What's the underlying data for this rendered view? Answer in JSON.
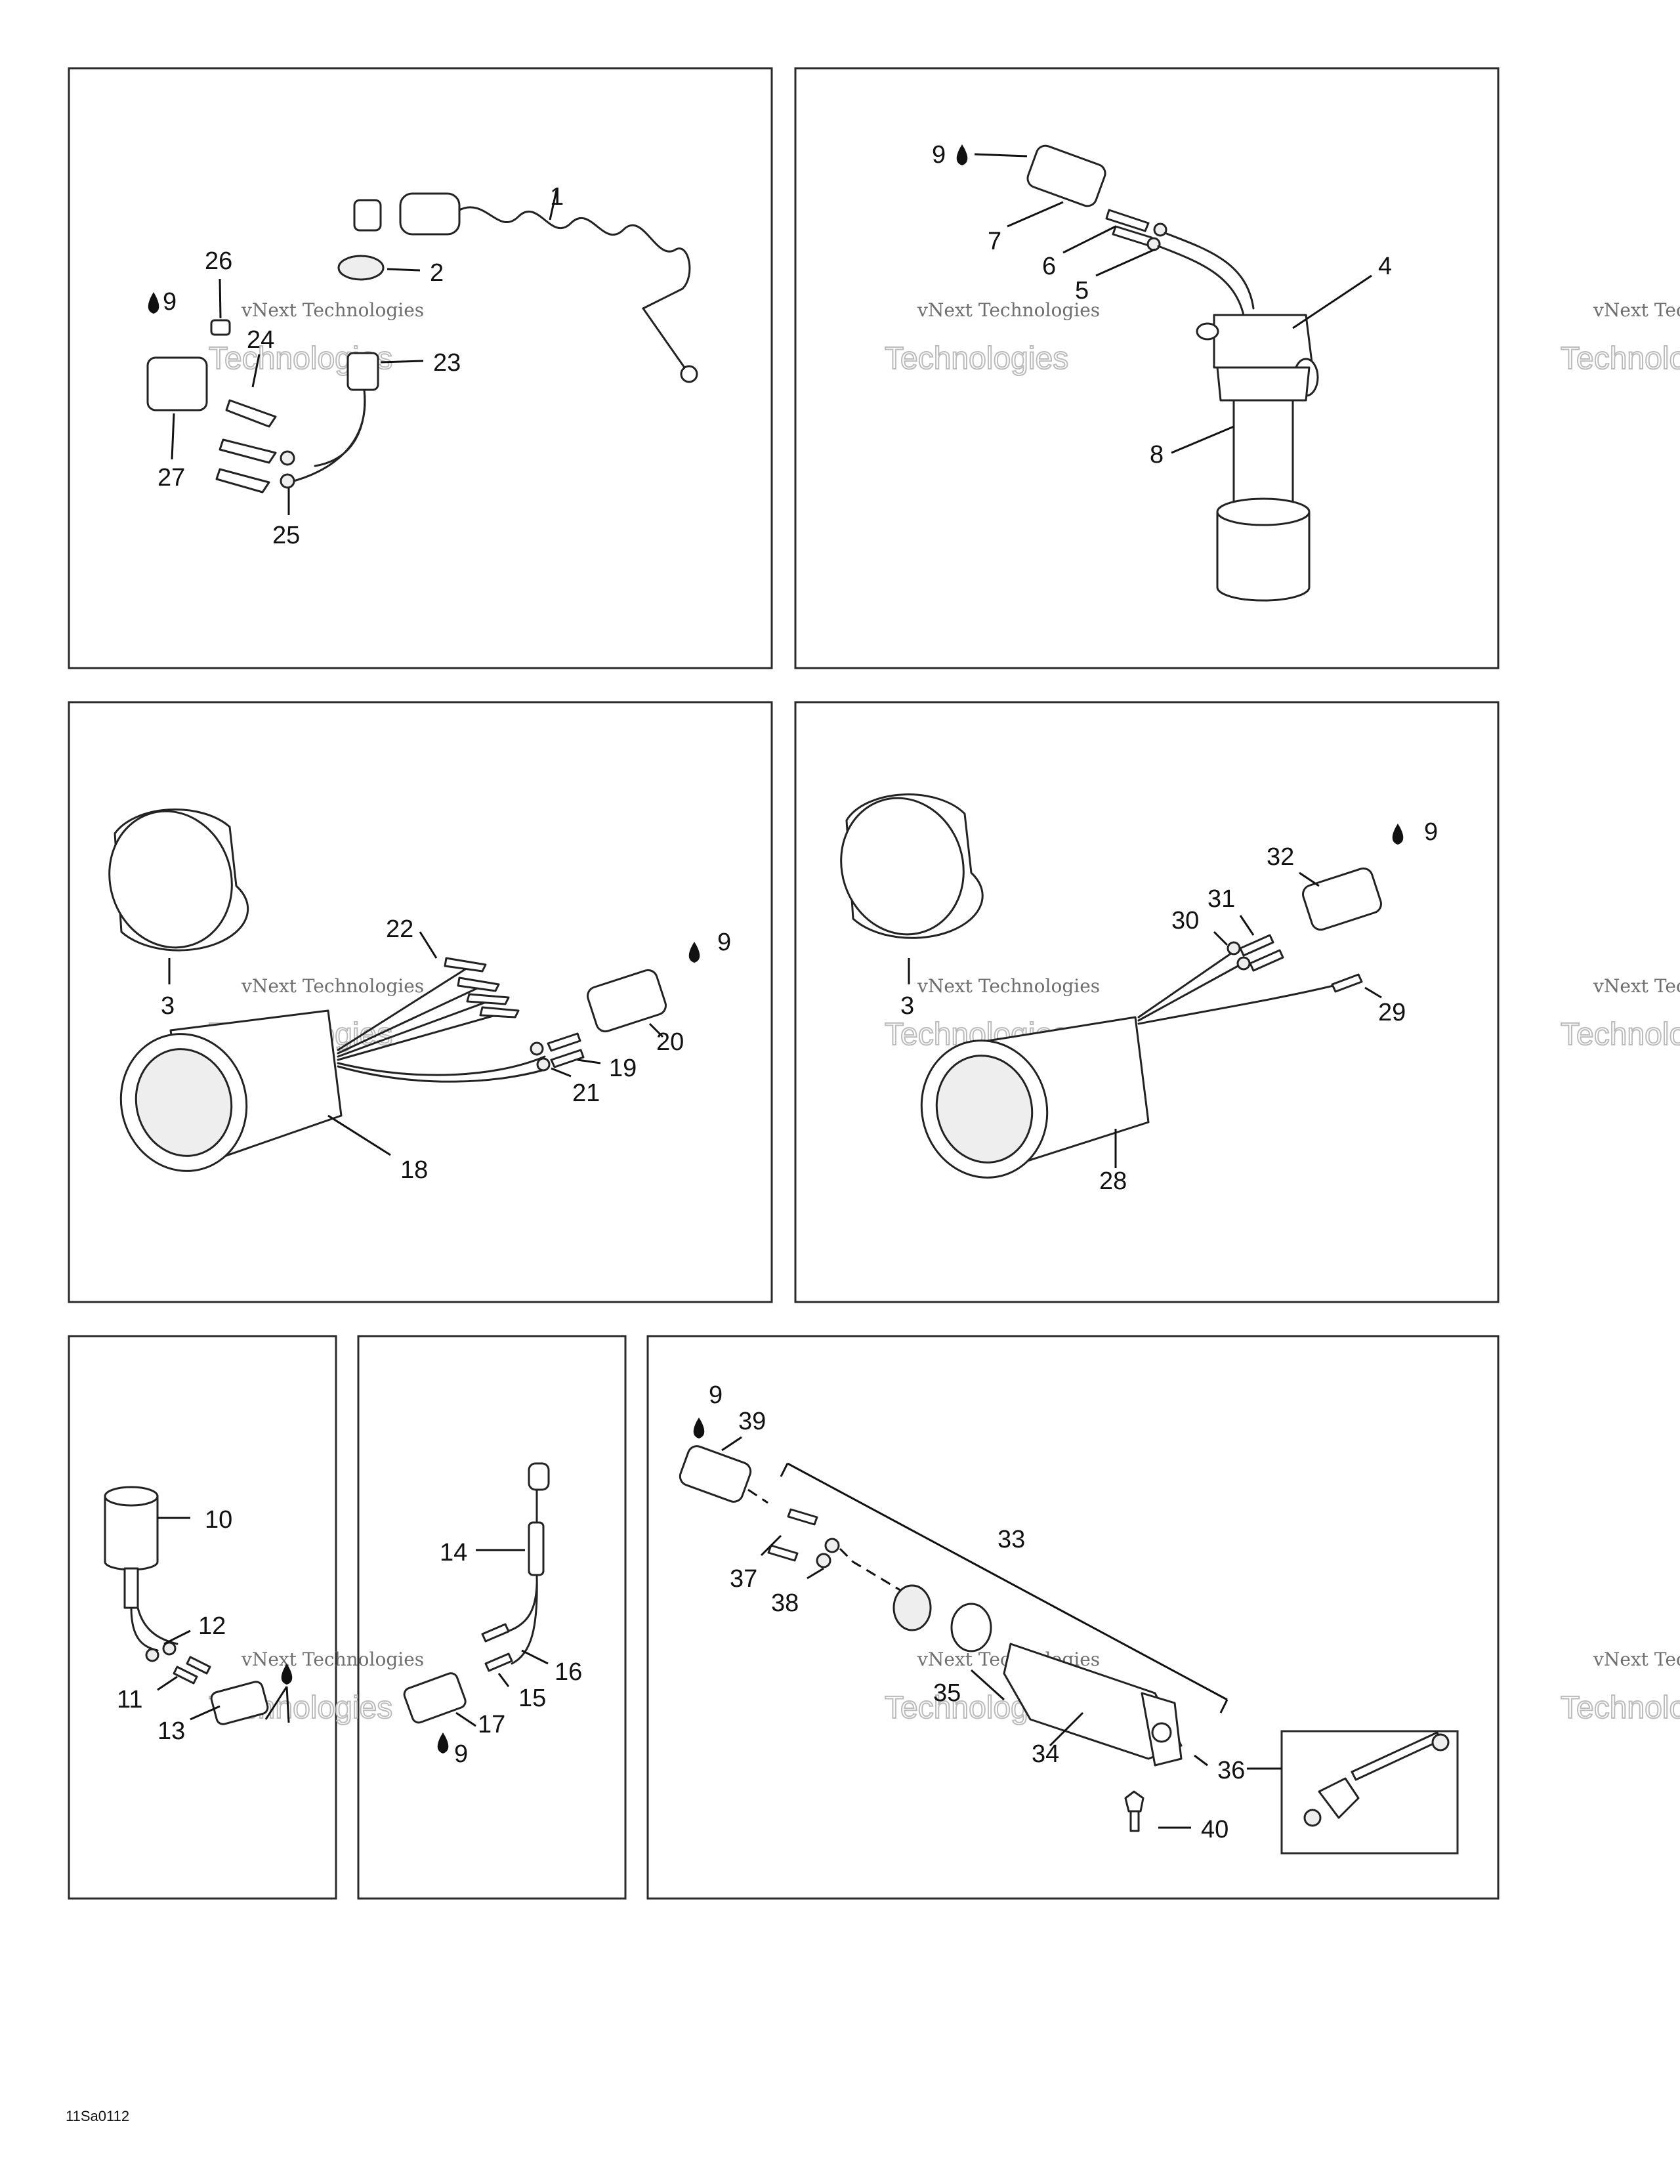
{
  "diagram_code": "11Sa0112",
  "watermark": {
    "line1": "vNext Technologies",
    "line2": "Technologies",
    "line3": "vNext"
  },
  "callouts": {
    "p1": [
      "1",
      "2",
      "26",
      "9",
      "24",
      "23",
      "27",
      "25"
    ],
    "p2": [
      "9",
      "7",
      "6",
      "5",
      "4",
      "8"
    ],
    "p3": [
      "3",
      "22",
      "9",
      "20",
      "19",
      "21",
      "18"
    ],
    "p4": [
      "3",
      "32",
      "9",
      "31",
      "30",
      "29",
      "28"
    ],
    "p5": [
      "10",
      "12",
      "11",
      "13"
    ],
    "p6": [
      "14",
      "16",
      "15",
      "17",
      "9"
    ],
    "p7": [
      "9",
      "39",
      "33",
      "37",
      "38",
      "35",
      "34",
      "36",
      "40"
    ]
  }
}
